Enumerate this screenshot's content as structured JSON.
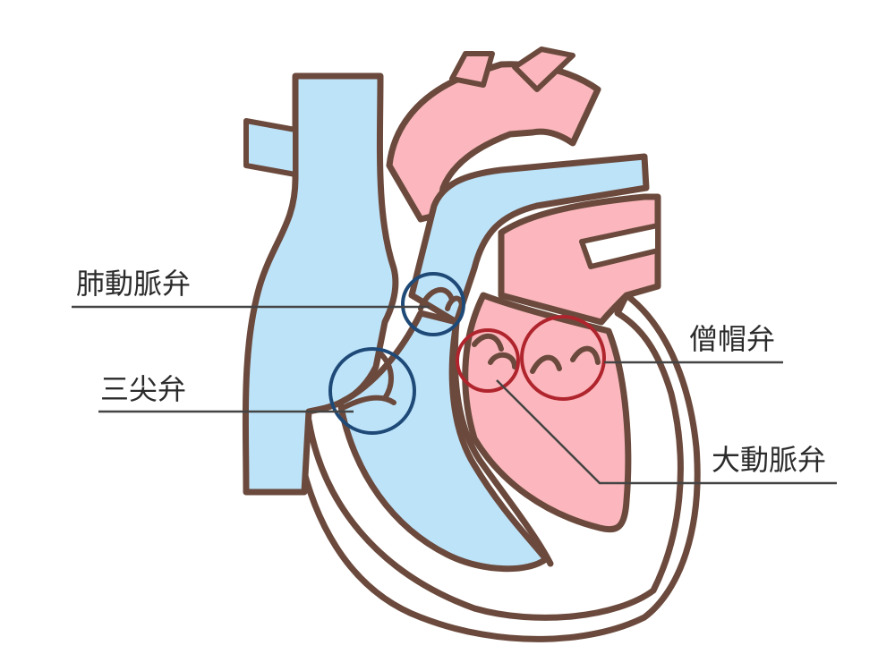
{
  "labels": {
    "pulmonary_valve": "肺動脈弁",
    "tricuspid_valve": "三尖弁",
    "mitral_valve": "僧帽弁",
    "aortic_valve": "大動脈弁"
  },
  "colors": {
    "outline": "#6b4a3d",
    "deoxygenated": "#bde3f9",
    "oxygenated": "#fbb7bd",
    "right_valve_ring": "#1f4a78",
    "left_valve_ring": "#b0252d",
    "leader_line": "#444444",
    "background": "#ffffff"
  }
}
